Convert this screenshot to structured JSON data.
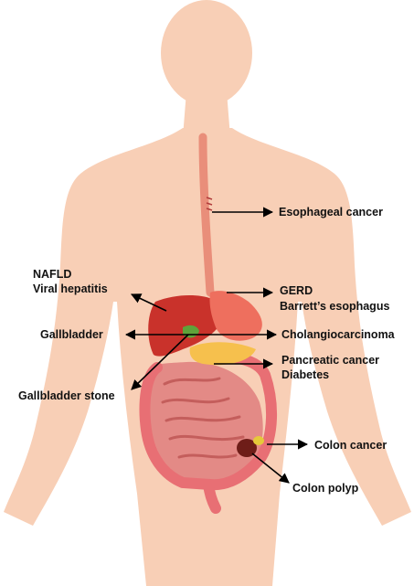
{
  "labels": {
    "nafld": "NAFLD",
    "viral_hepatitis": "Viral hepatitis",
    "gallbladder": "Gallbladder",
    "gallbladder_stone": "Gallbladder stone",
    "esophageal_cancer": "Esophageal cancer",
    "gerd": "GERD",
    "barretts": "Barrett’s esophagus",
    "cholangiocarcinoma": "Cholangiocarcinoma",
    "pancreatic_cancer": "Pancreatic cancer",
    "diabetes": "Diabetes",
    "colon_cancer": "Colon cancer",
    "colon_polyp": "Colon polyp"
  },
  "colors": {
    "skin": "#f8cfb6",
    "liver": "#c9322b",
    "stomach": "#ee6f5e",
    "esophagus": "#e98e7a",
    "intestine": "#e38a86",
    "colon": "#e86f74",
    "pancreas": "#f6c04d",
    "gallbladder": "#5fa33a",
    "tumor": "#6e1d18",
    "arrow": "#000000"
  },
  "icons": [
    "human-body-silhouette",
    "liver-icon",
    "stomach-icon",
    "esophagus-icon",
    "small-intestine-icon",
    "colon-icon",
    "pancreas-icon",
    "gallbladder-icon",
    "colon-tumor-icon"
  ]
}
